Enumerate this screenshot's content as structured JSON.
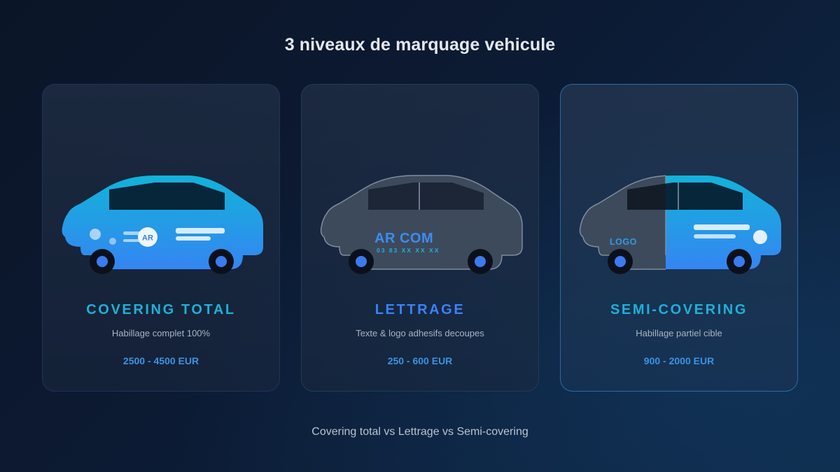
{
  "header": {
    "title": "3 niveaux de marquage vehicule"
  },
  "footer": {
    "caption": "Covering total vs Lettrage vs Semi-covering"
  },
  "colors": {
    "accent_cyan": "#1fb0d8",
    "accent_blue": "#3b82f6",
    "price_blue": "#3d93e0",
    "car_gradient_top": "#12b3d9",
    "car_gradient_bottom": "#3585f2",
    "car_grey": "#3d4a5c",
    "wheel_hub": "#3b7bf0"
  },
  "cards": [
    {
      "name": "COVERING TOTAL",
      "description": "Habillage complet 100%",
      "price": "2500 - 4500 EUR",
      "name_color": "#1fb0d8",
      "illustration": {
        "badge_text": "AR",
        "wrap_coverage": "full"
      }
    },
    {
      "name": "LETTRAGE",
      "description": "Texte & logo adhesifs decoupes",
      "price": "250 - 600 EUR",
      "name_color": "#3b82f6",
      "illustration": {
        "brand_text": "AR COM",
        "phone_text": "03 83 XX XX XX",
        "wrap_coverage": "lettering"
      }
    },
    {
      "name": "SEMI-COVERING",
      "description": "Habillage partiel cible",
      "price": "900 - 2000 EUR",
      "name_color": "#1fb0d8",
      "highlighted": true,
      "illustration": {
        "logo_text": "LOGO",
        "wrap_coverage": "partial"
      }
    }
  ]
}
